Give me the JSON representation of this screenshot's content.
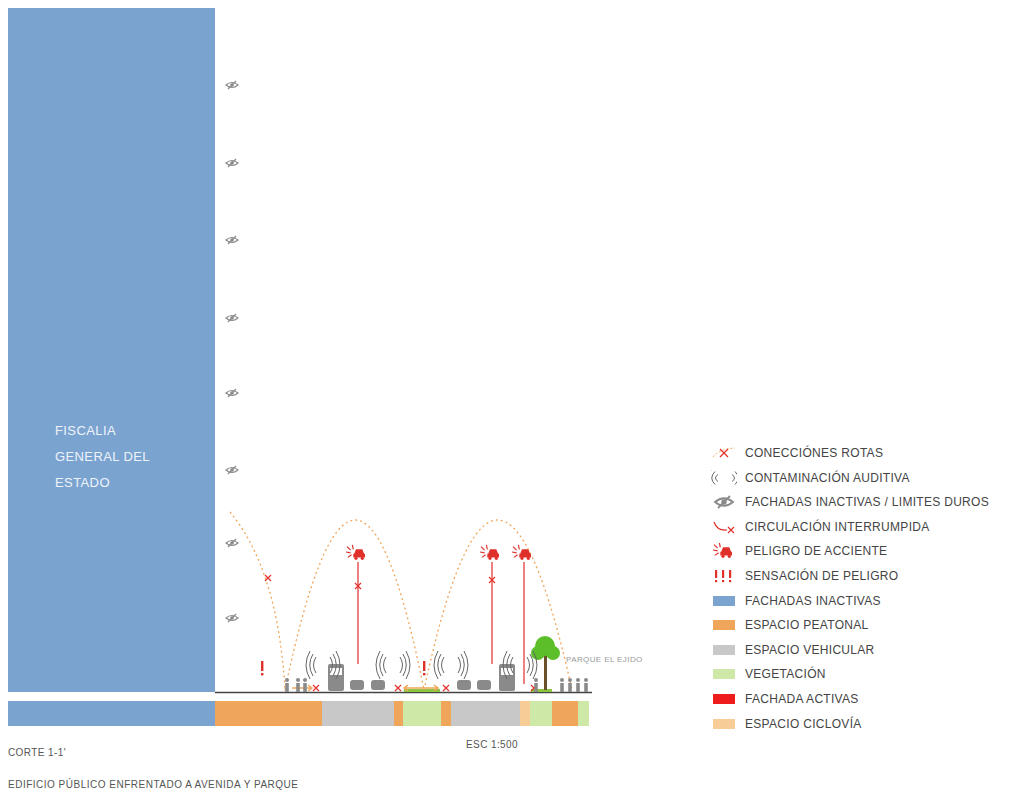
{
  "diagram": {
    "caption": "EDIFICIO PÚBLICO ENFRENTADO A AVENIDA Y PARQUE",
    "nodes": [
      {
        "text": [
          "FISCALIA GENERAL DEL ESTADO"
        ]
      }
    ],
    "labels": [
      "PARQUE EL EJIDO",
      "ESC 1:500",
      "CORTE 1-1'"
    ],
    "legend": [
      {
        "text": "CONECCIÓNES ROTAS"
      },
      {
        "text": "CONTAMINACIÓN AUDITIVA"
      },
      {
        "text": "FACHADAS INACTIVAS / LIMITES DUROS"
      },
      {
        "text": "CIRCULACIÓN INTERRUMPIDA"
      },
      {
        "text": "PELIGRO DE ACCIENTE"
      },
      {
        "text": "SENSACIÓN DE PELIGRO"
      },
      {
        "text": "FACHADAS INACTIVAS",
        "color": "#7ba3d0"
      },
      {
        "text": "ESPACIO PEATONAL",
        "color": "#f0a65a"
      },
      {
        "text": "ESPACIO VEHICULAR",
        "color": "#c8c8c8"
      },
      {
        "text": "VEGETACIÓN",
        "color": "#cde8a7"
      },
      {
        "text": "FACHADA ACTIVAS",
        "color": "#ee1c1c"
      },
      {
        "text": "ESPACIO CICLOVÍA",
        "color": "#f8cc96"
      }
    ]
  }
}
